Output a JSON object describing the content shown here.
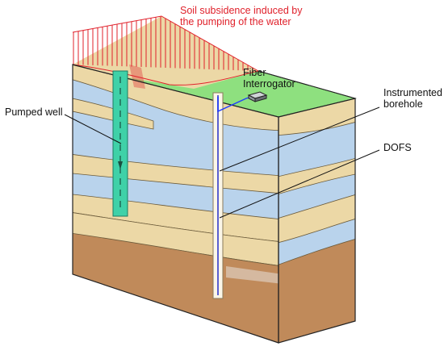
{
  "diagram": {
    "labels": {
      "subsidence": "Soil subsidence induced by\nthe pumping of the water",
      "pumped_well": "Pumped well",
      "fiber_interrogator": "Fiber\nInterrogator",
      "instrumented_borehole": "Instrumented\nborehole",
      "dofs": "DOFS"
    },
    "colors": {
      "ground_surface": "#8ee07f",
      "sand_layer": "#ecd8a6",
      "clay_layer": "#b9d3ec",
      "bedrock": "#c08a5a",
      "subsidence_hatch": "#e0212b",
      "pumped_well": "#3fd1a8",
      "borehole_fiber": "#5a5fd0",
      "label_highlight": "#e0212b"
    }
  }
}
